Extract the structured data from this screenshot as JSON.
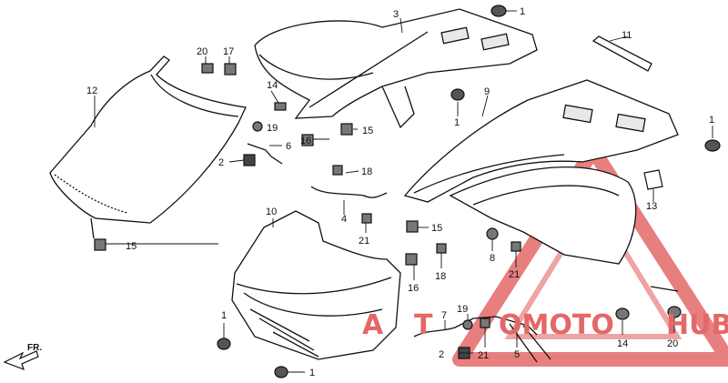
{
  "diagram": {
    "watermark": {
      "text_a": "A",
      "text_b": "T",
      "text_c": "OMOTO",
      "text_d": "HUB",
      "color": "#e46868"
    },
    "direction": {
      "label": "FR."
    },
    "callouts": [
      {
        "id": "c1a",
        "label": "1"
      },
      {
        "id": "c1b",
        "label": "1"
      },
      {
        "id": "c1c",
        "label": "1"
      },
      {
        "id": "c1d",
        "label": "1"
      },
      {
        "id": "c1e",
        "label": "1"
      },
      {
        "id": "c2a",
        "label": "2"
      },
      {
        "id": "c2b",
        "label": "2"
      },
      {
        "id": "c3",
        "label": "3"
      },
      {
        "id": "c4",
        "label": "4"
      },
      {
        "id": "c5",
        "label": "5"
      },
      {
        "id": "c6",
        "label": "6"
      },
      {
        "id": "c7",
        "label": "7"
      },
      {
        "id": "c8",
        "label": "8"
      },
      {
        "id": "c9",
        "label": "9"
      },
      {
        "id": "c10",
        "label": "10"
      },
      {
        "id": "c11",
        "label": "11"
      },
      {
        "id": "c12",
        "label": "12"
      },
      {
        "id": "c13",
        "label": "13"
      },
      {
        "id": "c14a",
        "label": "14"
      },
      {
        "id": "c14b",
        "label": "14"
      },
      {
        "id": "c15a",
        "label": "15"
      },
      {
        "id": "c15b",
        "label": "15"
      },
      {
        "id": "c15c",
        "label": "15"
      },
      {
        "id": "c16a",
        "label": "16"
      },
      {
        "id": "c16b",
        "label": "16"
      },
      {
        "id": "c17",
        "label": "17"
      },
      {
        "id": "c18a",
        "label": "18"
      },
      {
        "id": "c18b",
        "label": "18"
      },
      {
        "id": "c19a",
        "label": "19"
      },
      {
        "id": "c19b",
        "label": "19"
      },
      {
        "id": "c20a",
        "label": "20"
      },
      {
        "id": "c20b",
        "label": "20"
      },
      {
        "id": "c21a",
        "label": "21"
      },
      {
        "id": "c21b",
        "label": "21"
      },
      {
        "id": "c21c",
        "label": "21"
      }
    ]
  }
}
